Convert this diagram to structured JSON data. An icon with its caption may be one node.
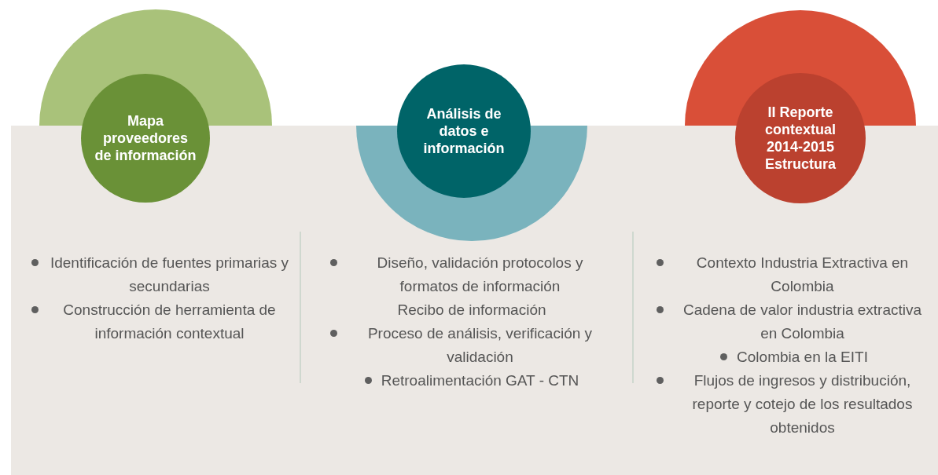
{
  "diagram": {
    "nodes": [
      {
        "text": [
          "Mapa proveedores de información"
        ]
      },
      {
        "text": [
          "Análisis de datos e información"
        ]
      },
      {
        "text": [
          "II Reporte contextual 2014-2015 Estructura"
        ]
      }
    ],
    "labels": [
      "Identificación de fuentes primarias y secundarias",
      "Construcción de herramienta de información contextual",
      "Diseño, validación protocolos y formatos de información",
      "Recibo de información",
      "Proceso de análisis, verificación y validación",
      "Retroalimentación GAT - CTN",
      "Contexto Industria Extractiva en Colombia",
      "Cadena de valor industria extractiva en Colombia",
      "Colombia en la EITI",
      "Flujos de ingresos y distribución, reporte y cotejo de los resultados obtenidos"
    ]
  }
}
